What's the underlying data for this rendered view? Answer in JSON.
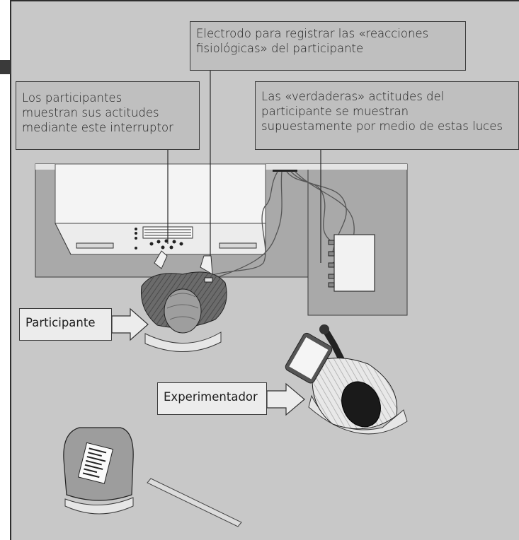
{
  "callouts": {
    "electrode": {
      "line1": "Electrodo para registrar las «reacciones",
      "line2": "fisiológicas» del participante"
    },
    "switch": {
      "line1": "Los participantes",
      "line2": "muestran sus actitudes",
      "line3": "mediante este interruptor"
    },
    "lights": {
      "line1": "Las «verdaderas» actitudes del",
      "line2": "participante se muestran",
      "line3": "supuestamente por medio de estas luces"
    }
  },
  "labels": {
    "participant": "Participante",
    "experimenter": "Experimentador"
  },
  "colors": {
    "floor": "#c8c8c8",
    "table": "#a9a9a9",
    "machine": "#f2f2f2",
    "callout_bg": "#bfbfbf",
    "label_bg": "#ececec"
  }
}
